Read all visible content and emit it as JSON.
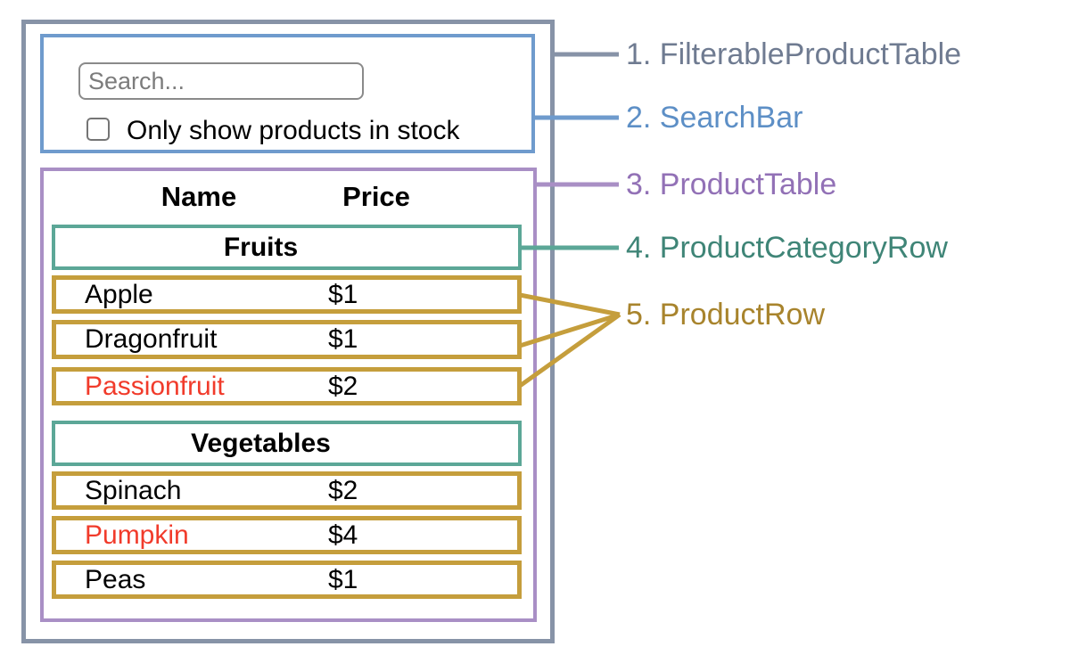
{
  "labels": [
    {
      "text": "1. FilterableProductTable",
      "color": "#6f7b91"
    },
    {
      "text": "2. SearchBar",
      "color": "#5d8fc6"
    },
    {
      "text": "3. ProductTable",
      "color": "#9271b6"
    },
    {
      "text": "4. ProductCategoryRow",
      "color": "#3f8577"
    },
    {
      "text": "5. ProductRow",
      "color": "#a8842d"
    }
  ],
  "search": {
    "placeholder": "Search...",
    "checkbox_label": "Only show products in stock",
    "checkbox_checked": false
  },
  "table": {
    "headers": {
      "name": "Name",
      "price": "Price"
    },
    "sections": [
      {
        "category": "Fruits",
        "rows": [
          {
            "name": "Apple",
            "price": "$1",
            "name_color": "#000000"
          },
          {
            "name": "Dragonfruit",
            "price": "$1",
            "name_color": "#000000"
          },
          {
            "name": "Passionfruit",
            "price": "$2",
            "name_color": "#f13b2b"
          }
        ]
      },
      {
        "category": "Vegetables",
        "rows": [
          {
            "name": "Spinach",
            "price": "$2",
            "name_color": "#000000"
          },
          {
            "name": "Pumpkin",
            "price": "$4",
            "name_color": "#f13b2b"
          },
          {
            "name": "Peas",
            "price": "$1",
            "name_color": "#000000"
          }
        ]
      }
    ]
  },
  "colors": {
    "outer_border": "#8793a7",
    "searchbar_border": "#6f9bcd",
    "product_table_border": "#a98fc5",
    "category_border": "#5ca797",
    "row_border": "#c59e3c",
    "out_of_stock_text": "#f13b2b"
  }
}
